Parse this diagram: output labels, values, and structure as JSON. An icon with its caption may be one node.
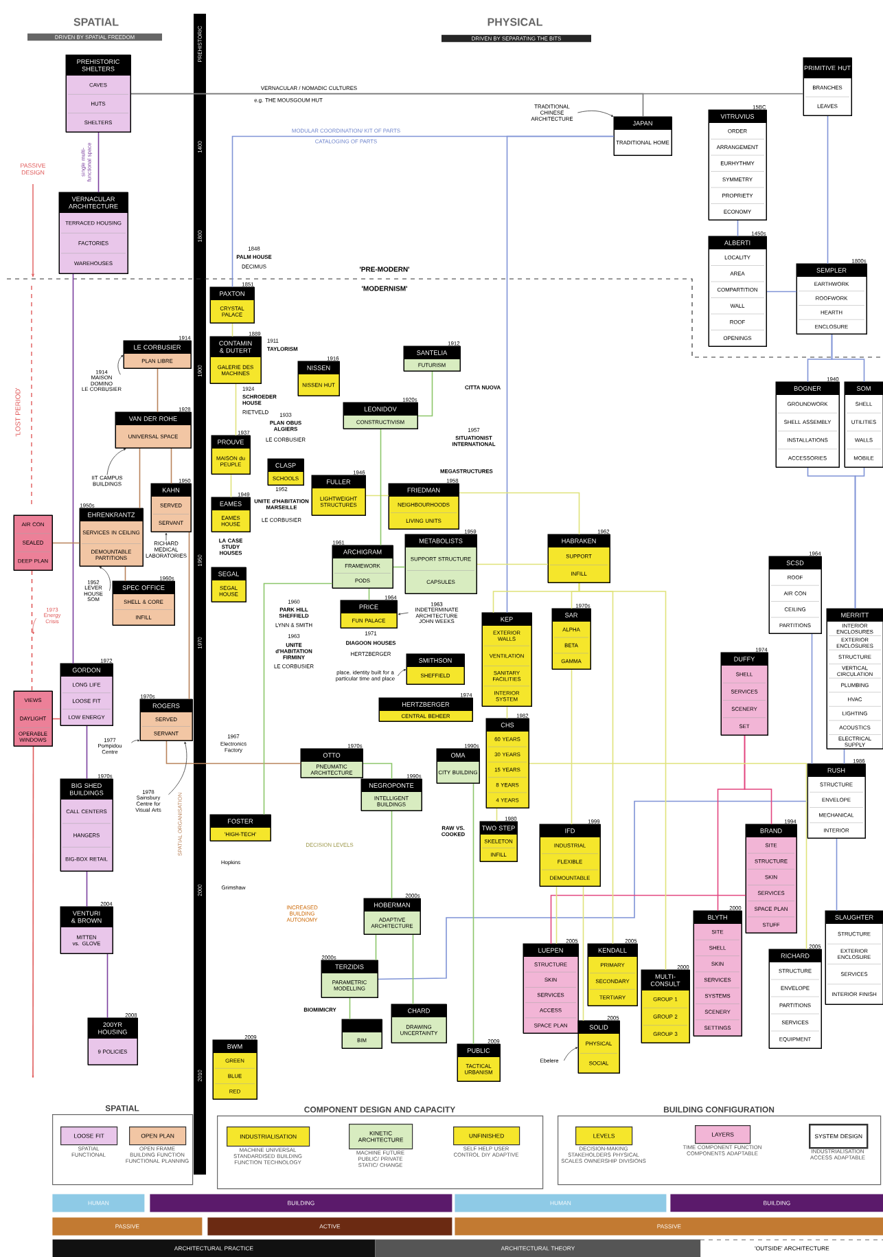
{
  "diagram": {
    "nodes": [
      {
        "text": [
          "PREHISTORIC SHELTERS",
          "CAVES",
          "HUTS",
          "SHELTERS"
        ]
      },
      {
        "text": [
          "VERNACULAR ARCHITECTURE",
          "TERRACED HOUSING",
          "FACTORIES",
          "WAREHOUSES"
        ]
      },
      {
        "text": [
          "LE CORBUSIER",
          "PLAN LIBRE"
        ],
        "beside": [
          "1914"
        ]
      },
      {
        "text": [
          "VAN DER ROHE",
          "UNIVERSAL SPACE"
        ],
        "beside": [
          "1928"
        ]
      },
      {
        "text": [
          "KAHN",
          "SERVED",
          "SERVANT"
        ],
        "beside": [
          "1950"
        ]
      },
      {
        "text": [
          "EHRENKRANTZ",
          "SERVICES IN CEILING",
          "DEMOUNTABLE PARTITIONS"
        ],
        "beside": [
          "1950s"
        ]
      },
      {
        "text": [
          "SPEC OFFICE",
          "SHELL & CORE",
          "INFILL"
        ],
        "beside": [
          "1960s"
        ]
      },
      {
        "text": [
          "AIR CON",
          "SEALED",
          "DEEP PLAN"
        ]
      },
      {
        "text": [
          "GORDON",
          "LONG LIFE",
          "LOOSE FIT",
          "LOW ENERGY"
        ],
        "beside": [
          "1972"
        ]
      },
      {
        "text": [
          "VIEWS",
          "DAYLIGHT",
          "OPERABLE WINDOWS"
        ]
      },
      {
        "text": [
          "ROGERS",
          "SERVED",
          "SERVANT"
        ],
        "beside": [
          "1970s"
        ]
      },
      {
        "text": [
          "BIG SHED BUILDINGS",
          "CALL CENTERS",
          "HANGERS",
          "BIG-BOX RETAIL"
        ],
        "beside": [
          "1970s"
        ]
      },
      {
        "text": [
          "VENTURI & BROWN",
          "MITTEN vs. GLOVE"
        ],
        "beside": [
          "2004"
        ]
      },
      {
        "text": [
          "200YR HOUSING",
          "9 POLICIES"
        ],
        "beside": [
          "2008"
        ]
      },
      {
        "text": [
          "PAXTON",
          "CRYSTAL PALACE"
        ],
        "beside": [
          "1851"
        ]
      },
      {
        "text": [
          "CONTAMIN & DUTERT",
          "GALERIE DES MACHINES"
        ],
        "beside": [
          "1889"
        ]
      },
      {
        "text": [
          "NISSEN",
          "NISSEN HUT"
        ],
        "beside": [
          "1916"
        ]
      },
      {
        "text": [
          "SANTELIA",
          "FUTURISM"
        ],
        "beside": [
          "1912"
        ]
      },
      {
        "text": [
          "LEONIDOV",
          "CONSTRUCTIVISM"
        ],
        "beside": [
          "1920s"
        ]
      },
      {
        "text": [
          "PROUVE",
          "MAISON du PEUPLE"
        ],
        "beside": [
          "1937"
        ]
      },
      {
        "text": [
          "CLASP",
          "SCHOOLS"
        ]
      },
      {
        "text": [
          "FULLER",
          "LIGHTWEIGHT STRUCTURES"
        ],
        "beside": [
          "1946"
        ]
      },
      {
        "text": [
          "FRIEDMAN",
          "NEIGHBOURHOODS",
          "LIVING UNITS"
        ],
        "beside": [
          "1958"
        ]
      },
      {
        "text": [
          "EAMES",
          "EAMES HOUSE"
        ],
        "beside": [
          "1949"
        ]
      },
      {
        "text": [
          "ARCHIGRAM",
          "FRAMEWORK",
          "PODS"
        ],
        "beside": [
          "1961"
        ]
      },
      {
        "text": [
          "METABOLISTS",
          "SUPPORT STRUCTURE",
          "CAPSULES"
        ],
        "beside": [
          "1959"
        ]
      },
      {
        "text": [
          "SEGAL",
          "SEGAL HOUSE"
        ]
      },
      {
        "text": [
          "PRICE",
          "FUN PALACE"
        ],
        "beside": [
          "1964"
        ]
      },
      {
        "text": [
          "HABRAKEN",
          "SUPPORT",
          "INFILL"
        ],
        "beside": [
          "1962"
        ]
      },
      {
        "text": [
          "KEP",
          "EXTERIOR WALLS",
          "VENTILATION",
          "SANITARY FACILITIES",
          "INTERIOR SYSTEM"
        ]
      },
      {
        "text": [
          "SAR",
          "ALPHA",
          "BETA",
          "GAMMA"
        ],
        "beside": [
          "1970s"
        ]
      },
      {
        "text": [
          "SMITHSON",
          "SHEFFIELD"
        ]
      },
      {
        "text": [
          "HERTZBERGER",
          "CENTRAL BEHEER"
        ],
        "beside": [
          "1974"
        ]
      },
      {
        "text": [
          "CHS",
          "60 YEARS",
          "30 YEARS",
          "15 YEARS",
          "8 YEARS",
          "4 YEARS"
        ],
        "beside": [
          "1982"
        ]
      },
      {
        "text": [
          "OMA",
          "CITY BUILDING"
        ],
        "beside": [
          "1990s"
        ]
      },
      {
        "text": [
          "OTTO",
          "PNEUMATIC ARCHITECTURE"
        ],
        "beside": [
          "1970s"
        ]
      },
      {
        "text": [
          "NEGROPONTE",
          "INTELLIGENT BUILDINGS"
        ],
        "beside": [
          "1990s"
        ]
      },
      {
        "text": [
          "DUFFY",
          "SHELL",
          "SERVICES",
          "SCENERY",
          "SET"
        ],
        "beside": [
          "1974"
        ]
      },
      {
        "text": [
          "SCSD",
          "ROOF",
          "AIR CON",
          "CEILING",
          "PARTITIONS"
        ],
        "beside": [
          "1964"
        ]
      },
      {
        "text": [
          "MERRITT",
          "INTERIOR ENCLOSURES",
          "EXTERIOR ENCLOSURES",
          "STRUCTURE",
          "VERTICAL CIRCULATION",
          "PLUMBING",
          "HVAC",
          "LIGHTING",
          "ACOUSTICS",
          "ELECTRICAL SUPPLY"
        ]
      },
      {
        "text": [
          "RUSH",
          "STRUCTURE",
          "ENVELOPE",
          "MECHANICAL",
          "INTERIOR"
        ],
        "beside": [
          "1986"
        ]
      },
      {
        "text": [
          "TWO STEP",
          "SKELETON",
          "INFILL"
        ],
        "beside": [
          "1980"
        ]
      },
      {
        "text": [
          "IFD",
          "INDUSTRIAL",
          "FLEXIBLE",
          "DEMOUNTABLE"
        ],
        "beside": [
          "1999"
        ]
      },
      {
        "text": [
          "BRAND",
          "SITE",
          "STRUCTURE",
          "SKIN",
          "SERVICES",
          "SPACE PLAN",
          "STUFF"
        ],
        "beside": [
          "1994"
        ]
      },
      {
        "text": [
          "FOSTER",
          "'HIGH-TECH'"
        ]
      },
      {
        "text": [
          "HOBERMAN",
          "ADAPTIVE ARCHITECTURE"
        ],
        "beside": [
          "2000s"
        ]
      },
      {
        "text": [
          "TERZIDIS",
          "PARAMETRIC MODELLING"
        ],
        "beside": [
          "2000s"
        ]
      },
      {
        "text": [
          "BIM"
        ]
      },
      {
        "text": [
          "CHARD",
          "DRAWING UNCERTAINTY"
        ]
      },
      {
        "text": [
          "BWM",
          "GREEN",
          "BLUE",
          "RED"
        ],
        "beside": [
          "2009"
        ]
      },
      {
        "text": [
          "LUEPEN",
          "STRUCTURE",
          "SKIN",
          "SERVICES",
          "ACCESS",
          "SPACE PLAN"
        ],
        "beside": [
          "2005"
        ]
      },
      {
        "text": [
          "KENDALL",
          "PRIMARY",
          "SECONDARY",
          "TERTIARY"
        ],
        "beside": [
          "2005"
        ]
      },
      {
        "text": [
          "MULTI- CONSULT",
          "GROUP 1",
          "GROUP 2",
          "GROUP 3"
        ],
        "beside": [
          "2000"
        ]
      },
      {
        "text": [
          "BLYTH",
          "SITE",
          "SHELL",
          "SKIN",
          "SERVICES",
          "SYSTEMS",
          "SCENERY",
          "SETTINGS"
        ],
        "beside": [
          "2000"
        ]
      },
      {
        "text": [
          "SOLID",
          "PHYSICAL",
          "SOCIAL"
        ],
        "beside": [
          "2005"
        ]
      },
      {
        "text": [
          "PUBLIC",
          "TACTICAL URBANISM"
        ],
        "beside": [
          "2009"
        ]
      },
      {
        "text": [
          "RICHARD",
          "STRUCTURE",
          "ENVELOPE",
          "PARTITIONS",
          "SERVICES",
          "EQUIPMENT"
        ],
        "beside": [
          "2005"
        ]
      },
      {
        "text": [
          "SLAUGHTER",
          "STRUCTURE",
          "EXTERIOR ENCLOSURE",
          "SERVICES",
          "INTERIOR FINISH"
        ]
      },
      {
        "text": [
          "PRIMITIVE HUT",
          "BRANCHES",
          "LEAVES"
        ]
      },
      {
        "text": [
          "JAPAN",
          "TRADITIONAL HOME"
        ]
      },
      {
        "text": [
          "VITRUVIUS",
          "ORDER",
          "ARRANGEMENT",
          "EURHYTHMY",
          "SYMMETRY",
          "PROPRIETY",
          "ECONOMY"
        ],
        "beside": [
          "15BC"
        ]
      },
      {
        "text": [
          "ALBERTI",
          "LOCALITY",
          "AREA",
          "COMPARTITION",
          "WALL",
          "ROOF",
          "OPENINGS"
        ],
        "beside": [
          "1450s"
        ]
      },
      {
        "text": [
          "SEMPLER",
          "EARTHWORK",
          "ROOFWORK",
          "HEARTH",
          "ENCLOSURE"
        ],
        "beside": [
          "1800s"
        ]
      },
      {
        "text": [
          "BOGNER",
          "GROUNDWORK",
          "SHELL ASSEMBLY",
          "INSTALLATIONS",
          "ACCESSORIES"
        ],
        "beside": [
          "1940"
        ]
      },
      {
        "text": [
          "SOM",
          "SHELL",
          "UTILITIES",
          "WALLS",
          "MOBILE"
        ]
      },
      {
        "text": [
          "SPATIAL"
        ]
      },
      {
        "text": [
          "COMPONENT DESIGN AND CAPACITY"
        ]
      },
      {
        "text": [
          "BUILDING CONFIGURATION"
        ]
      },
      {
        "text": [
          "LOOSE FIT"
        ],
        "in": 65,
        "beside": [
          "SPATIAL FUNCTIONAL"
        ]
      },
      {
        "text": [
          "OPEN PLAN"
        ],
        "in": 65,
        "beside": [
          "OPEN FRAME BUILDING FUNCTION FUNCTIONAL PLANNING"
        ]
      },
      {
        "text": [
          "INDUSTRIALISATION"
        ],
        "in": 66,
        "beside": [
          "MACHINE UNIVERSAL STANDARDISED BUILDING FUNCTION TECHNOLOGY"
        ]
      },
      {
        "text": [
          "KINETIC ARCHITECTURE"
        ],
        "in": 66,
        "beside": [
          "MACHINE FUTURE PUBLIC/ PRIVATE STATIC/ CHANGE"
        ]
      },
      {
        "text": [
          "UNFINISHED"
        ],
        "in": 66,
        "beside": [
          "SELF HELP USER CONTROL DIY ADAPTIVE"
        ]
      },
      {
        "text": [
          "LEVELS"
        ],
        "in": 67,
        "beside": [
          "DECISION-MAKING STAKEHOLDERS PHYSICAL SCALES OWNERSHIP DIVISIONS"
        ]
      },
      {
        "text": [
          "LAYERS"
        ],
        "in": 67,
        "beside": [
          "TIME COMPONENT FUNCTION COMPONENTS ADAPTABLE"
        ]
      },
      {
        "text": [
          "SYSTEM DESIGN"
        ],
        "in": 67,
        "beside": [
          "INDUSTRIALISATION ACCESS ADAPTABLE"
        ]
      },
      {
        "text": [
          "HUMAN"
        ]
      },
      {
        "text": [
          "BUILDING"
        ]
      },
      {
        "text": [
          "HUMAN"
        ]
      },
      {
        "text": [
          "BUILDING"
        ]
      },
      {
        "text": [
          "PASSIVE"
        ]
      },
      {
        "text": [
          "ACTIVE"
        ]
      },
      {
        "text": [
          "PASSIVE"
        ]
      },
      {
        "text": [
          "ARCHITECTURAL PRACTICE"
        ]
      },
      {
        "text": [
          "ARCHITECTURAL THEORY"
        ]
      },
      {
        "text": [
          "'OUTSIDE' ARCHITECTURE"
        ]
      },
      {
        "text": [
          "MAISON DOMINO"
        ],
        "beside": [
          "1914",
          "LE CORBUSIER"
        ]
      },
      {
        "text": [
          "IIT CAMPUS BUILDINGS"
        ]
      },
      {
        "text": [
          "LEVER HOUSE"
        ],
        "beside": [
          "1952",
          "SOM"
        ]
      },
      {
        "text": [
          "RICHARD MEDICAL LABORATORIES"
        ]
      },
      {
        "text": [
          "Pompidou Centre"
        ],
        "beside": [
          "1977"
        ]
      },
      {
        "text": [
          "Sainsbury Centre for Visual Arts"
        ],
        "beside": [
          "1978"
        ]
      },
      {
        "text": [
          "INDETERMINATE ARCHITECTURE"
        ],
        "beside": [
          "1963",
          "JOHN WEEKS"
        ]
      },
      {
        "text": [
          "place, identity built for a particular time and place"
        ]
      },
      {
        "text": [
          "TRADITIONAL CHINESE ARCHITECTURE"
        ]
      },
      {
        "text": [
          "Ebelere"
        ]
      },
      {
        "text": [
          "Energy Crisis"
        ],
        "beside": [
          "1973"
        ]
      }
    ],
    "edges": [
      {
        "from": 0,
        "to": 1,
        "arrow": "none",
        "color": "#7b3f9e"
      },
      {
        "from": 1,
        "to": 8,
        "arrow": "none",
        "color": "#7b3f9e"
      },
      {
        "from": 8,
        "to": 11,
        "arrow": "none",
        "color": "#7b3f9e"
      },
      {
        "from": 11,
        "to": 12,
        "arrow": "none",
        "color": "#7b3f9e"
      },
      {
        "from": 12,
        "to": 13,
        "arrow": "none",
        "color": "#7b3f9e"
      },
      {
        "from": 0,
        "to": 58,
        "arrow": "none",
        "color": "#777777"
      },
      {
        "from": 0,
        "to": 59,
        "arrow": "none",
        "color": "#777777"
      },
      {
        "from": 59,
        "to": 14,
        "arrow": "none",
        "color": "#7f93d6"
      },
      {
        "from": 59,
        "to": 29,
        "arrow": "none",
        "color": "#7f93d6"
      },
      {
        "from": 58,
        "to": 62,
        "arrow": "none",
        "color": "#7f93d6"
      },
      {
        "from": 60,
        "to": 61,
        "arrow": "none",
        "color": "#7f93d6"
      },
      {
        "from": 61,
        "to": 62,
        "arrow": "none",
        "color": "#7f93d6"
      },
      {
        "from": 62,
        "to": 63,
        "arrow": "none",
        "color": "#7f93d6"
      },
      {
        "from": 62,
        "to": 64,
        "arrow": "none",
        "color": "#7f93d6"
      },
      {
        "from": 63,
        "to": 39,
        "arrow": "none",
        "color": "#7f93d6"
      },
      {
        "from": 64,
        "to": 39,
        "arrow": "none",
        "color": "#7f93d6"
      },
      {
        "from": 39,
        "to": 40,
        "arrow": "none",
        "color": "#7f93d6"
      },
      {
        "from": 38,
        "to": 40,
        "arrow": "none",
        "color": "#7f93d6"
      },
      {
        "from": 40,
        "to": 57,
        "arrow": "none",
        "color": "#7f93d6"
      },
      {
        "from": 40,
        "to": 46,
        "arrow": "none",
        "color": "#7f93d6"
      },
      {
        "from": 37,
        "to": 43,
        "arrow": "none",
        "color": "#e2457f"
      },
      {
        "from": 37,
        "to": 53,
        "arrow": "none",
        "color": "#e2457f"
      },
      {
        "from": 43,
        "to": 50,
        "arrow": "none",
        "color": "#e2457f"
      },
      {
        "from": 2,
        "to": 3,
        "arrow": "none",
        "color": "#b8825a"
      },
      {
        "from": 3,
        "to": 4,
        "arrow": "none",
        "color": "#b8825a"
      },
      {
        "from": 3,
        "to": 5,
        "arrow": "none",
        "color": "#b8825a"
      },
      {
        "from": 5,
        "to": 6,
        "arrow": "none",
        "color": "#b8825a"
      },
      {
        "from": 7,
        "to": 5,
        "arrow": "none",
        "color": "#b8825a"
      },
      {
        "from": 4,
        "to": 10,
        "arrow": "none",
        "color": "#b8825a"
      },
      {
        "from": 10,
        "to": 35,
        "arrow": "none",
        "color": "#b8825a"
      },
      {
        "from": 9,
        "to": 8,
        "arrow": "none",
        "color": "#e05a5a"
      },
      {
        "from": 14,
        "to": 15,
        "arrow": "none"
      },
      {
        "from": 15,
        "to": 19,
        "arrow": "none"
      },
      {
        "from": 19,
        "to": 23,
        "arrow": "none"
      },
      {
        "from": 21,
        "to": 22,
        "arrow": "none"
      },
      {
        "from": 22,
        "to": 28,
        "arrow": "none"
      },
      {
        "from": 25,
        "to": 28,
        "arrow": "none"
      },
      {
        "from": 28,
        "to": 29,
        "arrow": "none"
      },
      {
        "from": 28,
        "to": 30,
        "arrow": "none"
      },
      {
        "from": 28,
        "to": 51,
        "arrow": "none"
      },
      {
        "from": 28,
        "to": 52,
        "arrow": "none"
      },
      {
        "from": 29,
        "to": 33,
        "arrow": "none"
      },
      {
        "from": 33,
        "to": 41,
        "arrow": "none"
      },
      {
        "from": 30,
        "to": 42,
        "arrow": "none"
      },
      {
        "from": 42,
        "to": 50,
        "arrow": "none"
      },
      {
        "from": 42,
        "to": 54,
        "arrow": "none"
      },
      {
        "from": 33,
        "to": 56,
        "arrow": "none"
      },
      {
        "from": 17,
        "to": 18,
        "arrow": "none",
        "color": "#8cc66a"
      },
      {
        "from": 18,
        "to": 24,
        "arrow": "none",
        "color": "#8cc66a"
      },
      {
        "from": 24,
        "to": 25,
        "arrow": "none",
        "color": "#8cc66a"
      },
      {
        "from": 24,
        "to": 27,
        "arrow": "none",
        "color": "#8cc66a"
      },
      {
        "from": 24,
        "to": 44,
        "arrow": "none",
        "color": "#8cc66a"
      },
      {
        "from": 35,
        "to": 36,
        "arrow": "none",
        "color": "#8cc66a"
      },
      {
        "from": 36,
        "to": 45,
        "arrow": "none",
        "color": "#8cc66a"
      },
      {
        "from": 45,
        "to": 46,
        "arrow": "none",
        "color": "#8cc66a"
      },
      {
        "from": 46,
        "to": 47,
        "arrow": "none",
        "color": "#8cc66a"
      },
      {
        "from": 45,
        "to": 48,
        "arrow": "none",
        "color": "#8cc66a"
      },
      {
        "from": 34,
        "to": 55,
        "arrow": "none",
        "color": "#8cc66a"
      },
      {
        "from": 86,
        "to": 2,
        "arrow": "to",
        "color": "#333333"
      },
      {
        "from": 87,
        "to": 3,
        "arrow": "to",
        "color": "#333333"
      },
      {
        "from": 88,
        "to": 5,
        "arrow": "to",
        "color": "#333333"
      },
      {
        "from": 89,
        "to": 4,
        "arrow": "to",
        "color": "#333333"
      },
      {
        "from": 90,
        "to": 10,
        "arrow": "to",
        "color": "#333333"
      },
      {
        "from": 91,
        "to": 10,
        "arrow": "to",
        "color": "#333333"
      },
      {
        "from": 92,
        "to": 27,
        "arrow": "to",
        "color": "#333333"
      },
      {
        "from": 93,
        "to": 31,
        "arrow": "to",
        "color": "#333333"
      },
      {
        "from": 94,
        "to": 59,
        "arrow": "to",
        "color": "#333333"
      },
      {
        "from": 95,
        "to": 54,
        "arrow": "to",
        "color": "#333333"
      },
      {
        "from": 96,
        "to": null,
        "arrow": "to",
        "color": "#e05a5a"
      },
      {
        "from": 9,
        "to": null,
        "arrow": "to",
        "color": "#e05a5a"
      },
      {
        "from": 7,
        "to": 9,
        "arrow": "none",
        "style": "dashed",
        "color": "#e05a5a"
      }
    ],
    "labels": [
      "SPATIAL",
      "DRIVEN BY SPATIAL FREEDOM",
      "PHYSICAL",
      "DRIVEN BY SEPARATING THE BITS",
      "PREHISTORIC",
      "1400",
      "1800",
      "1900",
      "1950",
      "1970",
      "2000",
      "2010",
      "VERNACULAR / NOMADIC CULTURES",
      "e.g. THE MOUSGOUM HUT",
      "MODULAR COORDINATION/ KIT OF PARTS",
      "CATALOGING OF PARTS",
      "PASSIVE DESIGN",
      "'PRE-MODERN'",
      "'MODERNISM'",
      "'LOST PERIOD'",
      "single multi-functional space",
      "1848",
      "PALM HOUSE",
      "DECIMUS",
      "1911",
      "TAYLORISM",
      "1924",
      "SCHROEDER HOUSE",
      "RIETVELD",
      "1933",
      "PLAN OBUS ALGIERS",
      "LE CORBUSIER",
      "1952",
      "UNITE d'HABITATION MARSEILLE",
      "LE CORBUSIER",
      "LA CASE STUDY HOUSES",
      "1960",
      "PARK HILL SHEFFIELD",
      "LYNN & SMITH",
      "1963",
      "UNITE d'HABITATION FIRMINY",
      "LE CORBUSIER",
      "1971",
      "DIAGOON HOUSES",
      "HERTZBERGER",
      "MEGASTRUCTURES",
      "1957",
      "SITUATIONIST INTERNATIONAL",
      "CITTA NUOVA",
      "1967",
      "Electronics Factory",
      "Hopkins",
      "Grimshaw",
      "SPATIAL ORGANISATION",
      "BIOMIMICRY",
      "RAW VS. COOKED",
      "INCREASED BUILDING AUTONOMY",
      "DECISION LEVELS"
    ]
  }
}
